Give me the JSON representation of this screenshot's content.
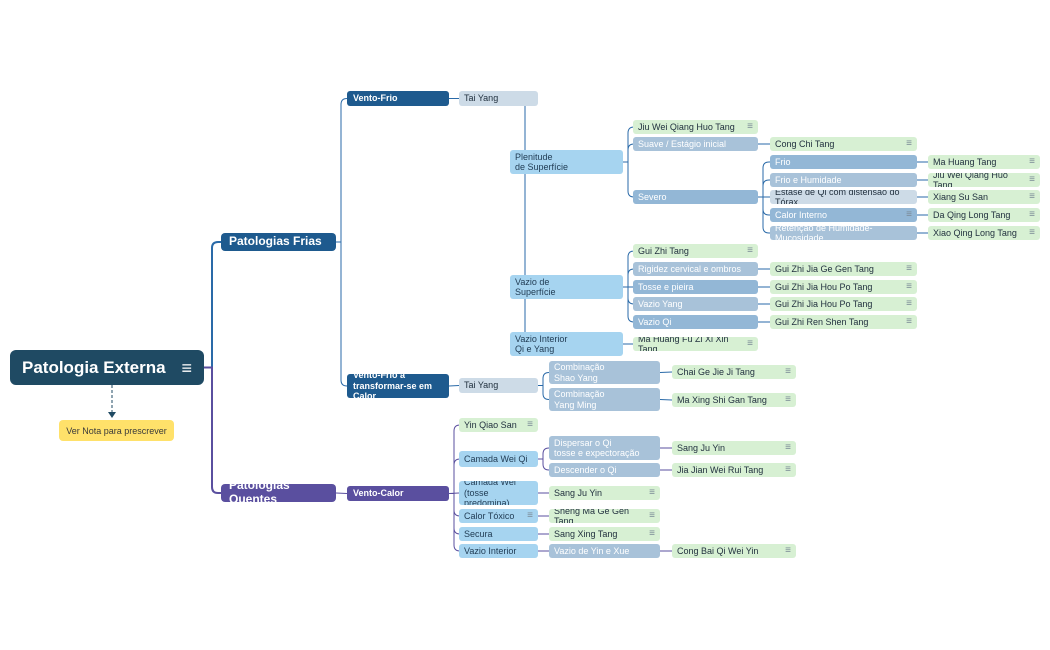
{
  "colors": {
    "root": "#1f4a63",
    "cold": "#1e5a8e",
    "hot": "#5a4f9f",
    "line_cold": "#2a6aa8",
    "line_hot": "#5a4f9f",
    "callout_bg": "#ffe16a",
    "palette": {
      "L": "#cddbe7",
      "B": "#a6d4f0",
      "G": "#a8c2d9",
      "M": "#93b7d6",
      "S": "#d7f0d3",
      "H": "#5a4f9f",
      "C": "#1e5a8e"
    }
  },
  "root": {
    "label": "Patologia Externa",
    "note_icon": "notes-icon"
  },
  "callout": {
    "label": "Ver Nota para prescrever"
  },
  "branches": {
    "frias": "Patologias Frias",
    "quentes": "Patologias Quentes",
    "vento_frio": "Vento-Frio",
    "vento_frio_calor": "Vento-Frio a\ntransformar-se em Calor",
    "vento_calor": "Vento-Calor"
  },
  "nodes": {
    "tai_yang_1": "Tai Yang",
    "plenitude": "Plenitude\nde Superfície",
    "jiu_wei_1": "Jiu Wei Qiang Huo Tang",
    "suave": "Suave / Estágio inicial",
    "cong_chi": "Cong Chi Tang",
    "severo": "Severo",
    "frio": "Frio",
    "ma_huang": "Ma Huang Tang",
    "frio_hum": "Frio e Humidade",
    "jiu_wei_2": "Jiu Wei Qiang Huo Tang",
    "estase": "Estase de Qi com distensão do Tórax",
    "xiang_su": "Xiang Su San",
    "calor_int": "Calor Interno",
    "da_qing": "Da Qing Long Tang",
    "retencao": "Retenção de Humidade-Mucosidade",
    "xiao_qing": "Xiao Qing Long Tang",
    "vazio_sup": "Vazio de\nSuperfície",
    "gui_zhi": "Gui Zhi Tang",
    "rigidez": "Rigidez cervical e ombros",
    "gz_ge_gen": "Gui Zhi Jia Ge Gen Tang",
    "tosse": "Tosse e pieira",
    "gz_hou_po_1": "Gui Zhi Jia Hou Po Tang",
    "vazio_yang": "Vazio Yang",
    "gz_hou_po_2": "Gui Zhi Jia Hou Po Tang",
    "vazio_qi": "Vazio Qi",
    "gz_ren_shen": "Gui Zhi Ren Shen Tang",
    "vazio_int": "Vazio Interior\nQi e Yang",
    "ma_huang_fu": "Ma Huang Fu Zi Xi Xin Tang",
    "tai_yang_2": "Tai Yang",
    "comb_shao": "Combinação\nShao Yang",
    "chai_ge": "Chai Ge Jie Ji Tang",
    "comb_yang": "Combinação\nYang Ming",
    "ma_xing": "Ma Xing Shi Gan Tang",
    "yin_qiao": "Yin Qiao San",
    "camada_wei_qi": "Camada Wei Qi",
    "dispersar": "Dispersar o Qi\ntosse e expectoração",
    "sang_ju_1": "Sang Ju Yin",
    "descender": "Descender o Qi",
    "jia_jian": "Jia Jian Wei Rui Tang",
    "camada_wei": "Camada Wei\n(tosse predomina)",
    "sang_ju_2": "Sang Ju Yin",
    "calor_tox": "Calor Tóxico",
    "sheng_ma": "Sheng Ma Ge Gen Tang",
    "secura": "Secura",
    "sang_xing": "Sang Xing Tang",
    "vazio_interior": "Vazio Interior",
    "vazio_yin_xue": "Vazio de Yin e Xue",
    "cong_bai": "Cong Bai Qi Wei Yin"
  }
}
